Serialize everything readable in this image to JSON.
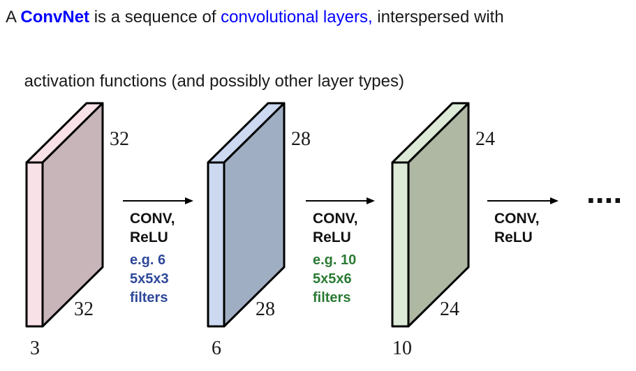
{
  "title": {
    "prefix": "A ",
    "convnet": "ConvNet",
    "middle": " is a sequence of ",
    "highlight": "convolutional layers,",
    "suffix": " interspersed with",
    "line2": "activation functions (and possibly other layer types)"
  },
  "colors": {
    "link_blue": "#0000fe",
    "filter_blue": "#2e4899",
    "filter_green": "#2b7a34",
    "outline": "#000000",
    "slab1_front": "#f9e2e7",
    "slab1_top": "#f9e2e7",
    "slab1_face": "#c7b5b9",
    "slab2_front": "#ccd9f0",
    "slab2_top": "#ccd9f0",
    "slab2_face": "#a0aec3",
    "slab3_front": "#dcead7",
    "slab3_top": "#dcead7",
    "slab3_face": "#aeb8a3"
  },
  "layers": [
    {
      "name": "input volume",
      "top_label": "32",
      "side_label": "32",
      "depth_label": "3"
    },
    {
      "name": "conv1 output volume",
      "top_label": "28",
      "side_label": "28",
      "depth_label": "6"
    },
    {
      "name": "conv2 output volume",
      "top_label": "24",
      "side_label": "24",
      "depth_label": "10"
    }
  ],
  "arrows": [
    {
      "op_line1": "CONV,",
      "op_line2": "ReLU",
      "filter_line1": "e.g. 6",
      "filter_line2": "5x5x3",
      "filter_line3": "filters"
    },
    {
      "op_line1": "CONV,",
      "op_line2": "ReLU",
      "filter_line1": "e.g. 10",
      "filter_line2": "5x5x6",
      "filter_line3": "filters"
    },
    {
      "op_line1": "CONV,",
      "op_line2": "ReLU"
    }
  ],
  "ellipsis": "...."
}
